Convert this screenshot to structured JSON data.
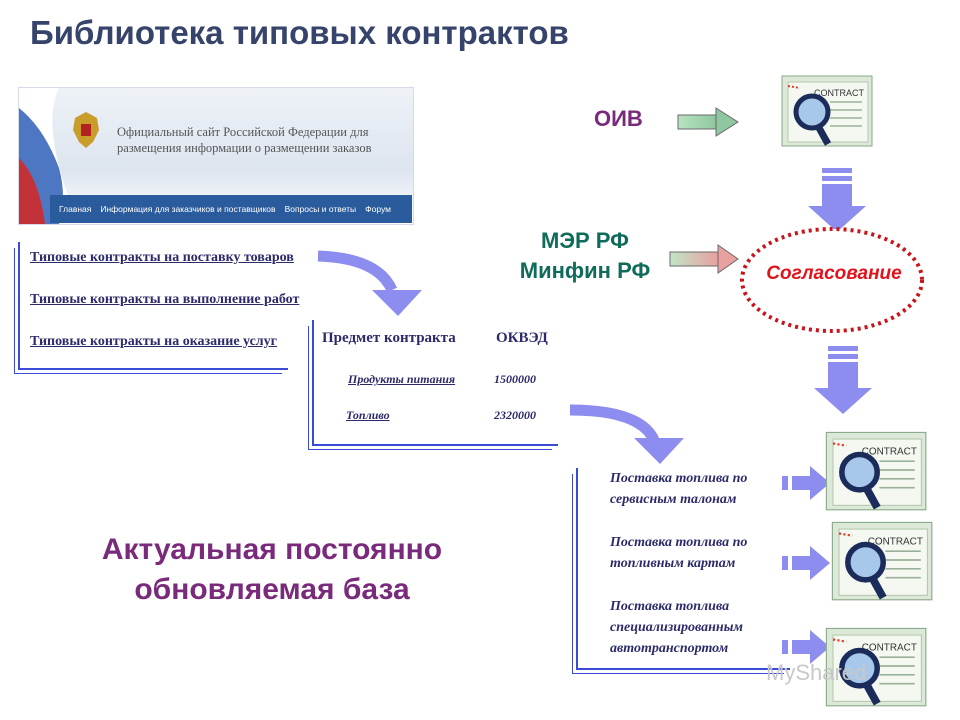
{
  "title": "Библиотека типовых контрактов",
  "portal": {
    "site_title": "Официальный сайт Российской Федерации для размещения информации о размещении заказов",
    "nav": [
      "Главная",
      "Информация для заказчиков и поставщиков",
      "Вопросы и ответы",
      "Форум"
    ]
  },
  "contract_types": [
    "Типовые контракты на поставку товаров",
    "Типовые контракты на выполнение работ",
    "Типовые контракты на оказание услуг"
  ],
  "subject_table": {
    "headers": [
      "Предмет контракта",
      "ОКВЭД"
    ],
    "rows": [
      {
        "name": "Продукты питания",
        "code": "1500000"
      },
      {
        "name": "Топливо",
        "code": "2320000"
      }
    ]
  },
  "fuel_contracts": [
    "Поставка топлива по сервисным талонам",
    "Поставка топлива по топливным картам",
    "Поставка топлива специализированным автотранспортом"
  ],
  "actors": {
    "oiv": "ОИВ",
    "mer": "МЭР РФ",
    "minfin": "Минфин РФ"
  },
  "approval": "Согласование",
  "tagline": [
    "Актуальная постоянно",
    "обновляемая база"
  ],
  "doc_icon_text": "CONTRACT",
  "watermark": "MyShared",
  "colors": {
    "title": "#36436b",
    "frame": "#3a4bd6",
    "accent_purple": "#7a2a7a",
    "accent_green": "#0f6b5a",
    "approval_red": "#e1131b",
    "arrow_fill": "#8d8df0"
  }
}
